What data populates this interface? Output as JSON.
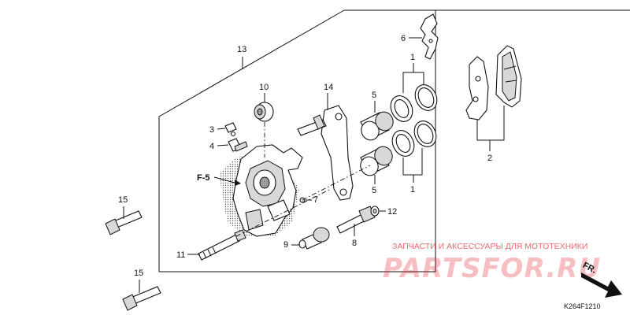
{
  "labels": {
    "l1a": "1",
    "l1b": "1",
    "l2": "2",
    "l3": "3",
    "l4": "4",
    "l5a": "5",
    "l5b": "5",
    "l6": "6",
    "l7": "7",
    "l8": "8",
    "l9": "9",
    "l10": "10",
    "l11": "11",
    "l12": "12",
    "l13": "13",
    "l14": "14",
    "l15a": "15",
    "l15b": "15",
    "ref": "F-5",
    "fr": "FR."
  },
  "watermark": {
    "tagline": "ЗАПЧАСТИ И АКСЕССУАРЫ ДЛЯ МОТОТЕХНИКИ",
    "brand": "PARTSFOR.RU"
  },
  "diagram_code": "K264F1210",
  "colors": {
    "watermark": "#e01a22",
    "line": "#111111"
  }
}
